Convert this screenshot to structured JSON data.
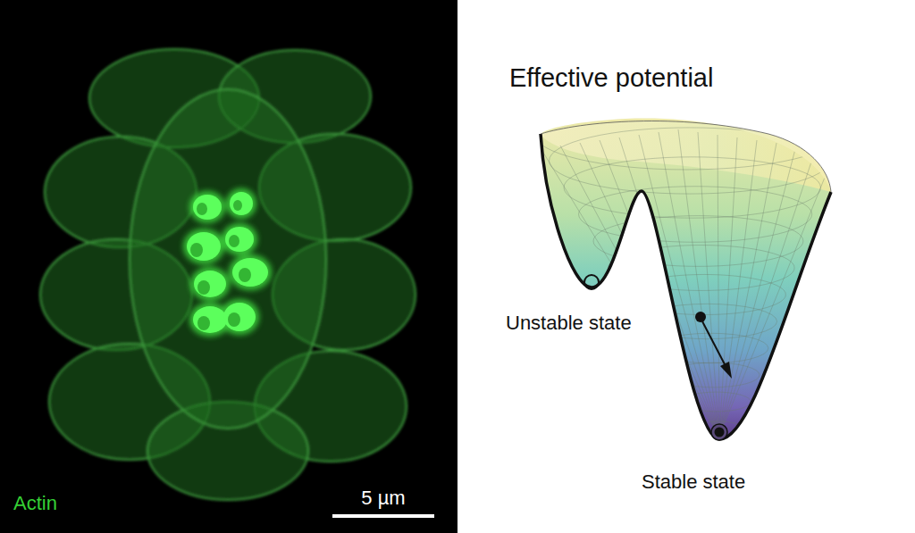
{
  "diagram": {
    "title": "Effective potential",
    "labels": [
      "Actin",
      "5 µm",
      "Unstable state",
      "Stable state"
    ]
  }
}
